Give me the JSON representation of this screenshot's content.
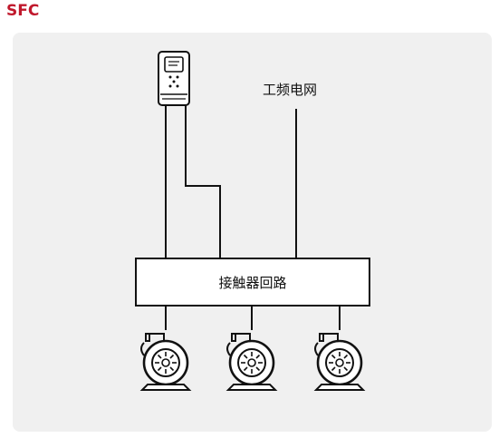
{
  "header": {
    "title": "SFC"
  },
  "diagram": {
    "grid_label": "工频电网",
    "contactor_label": "接触器回路",
    "motor_count": 3
  },
  "colors": {
    "title": "#c0182c",
    "panel_background": "#f0f0f0",
    "line": "#111111",
    "box_fill": "#ffffff"
  }
}
